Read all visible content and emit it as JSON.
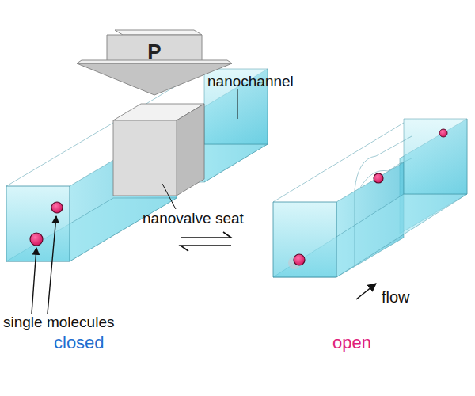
{
  "diagram": {
    "nodes": [
      {
        "text": [
          "P"
        ]
      }
    ],
    "labels": [
      "nanochannel",
      "nanovalve seat",
      "single molecules",
      "closed",
      "open",
      "flow"
    ]
  }
}
